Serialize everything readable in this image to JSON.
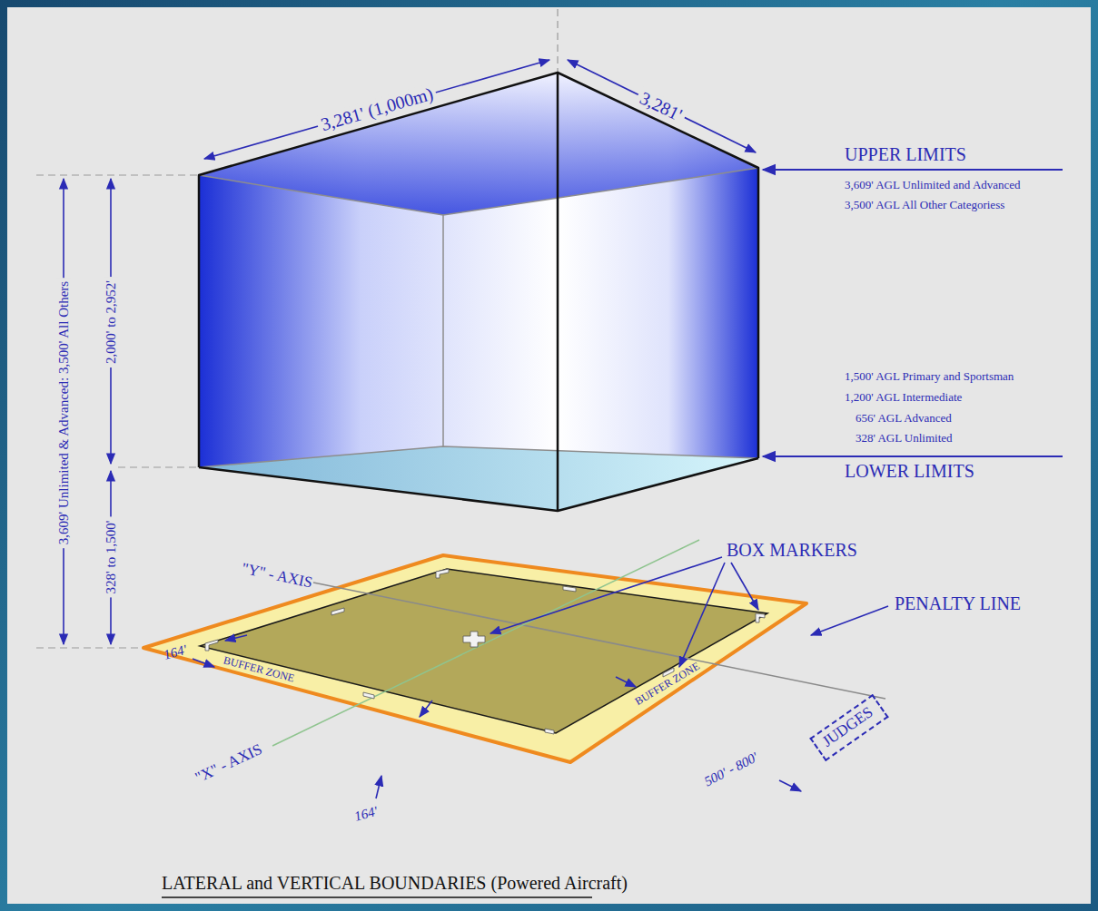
{
  "diagram": {
    "caption": "LATERAL and VERTICAL BOUNDARIES (Powered Aircraft)",
    "nodes": [
      {
        "text": [
          "JUDGES"
        ]
      }
    ],
    "labels": [
      "3,281' (1,000m)",
      "3,281'",
      "UPPER LIMITS",
      "3,609' AGL Unlimited and Advanced",
      "3,500' AGL All Other Categoriess",
      "1,500' AGL Primary and Sportsman",
      "1,200' AGL Intermediate",
      "656' AGL Advanced",
      "328' AGL Unlimited",
      "LOWER LIMITS",
      "3,609' Unlimited & Advanced: 3,500' All Others",
      "2,000' to 2,952'",
      "328' to 1,500'",
      "\"Y\" - AXIS",
      "BOX MARKERS",
      "PENALTY LINE",
      "164'",
      "BUFFER ZONE",
      "\"X\" - AXIS",
      "164'",
      "BUFFER ZONE",
      "500' - 800'"
    ]
  }
}
